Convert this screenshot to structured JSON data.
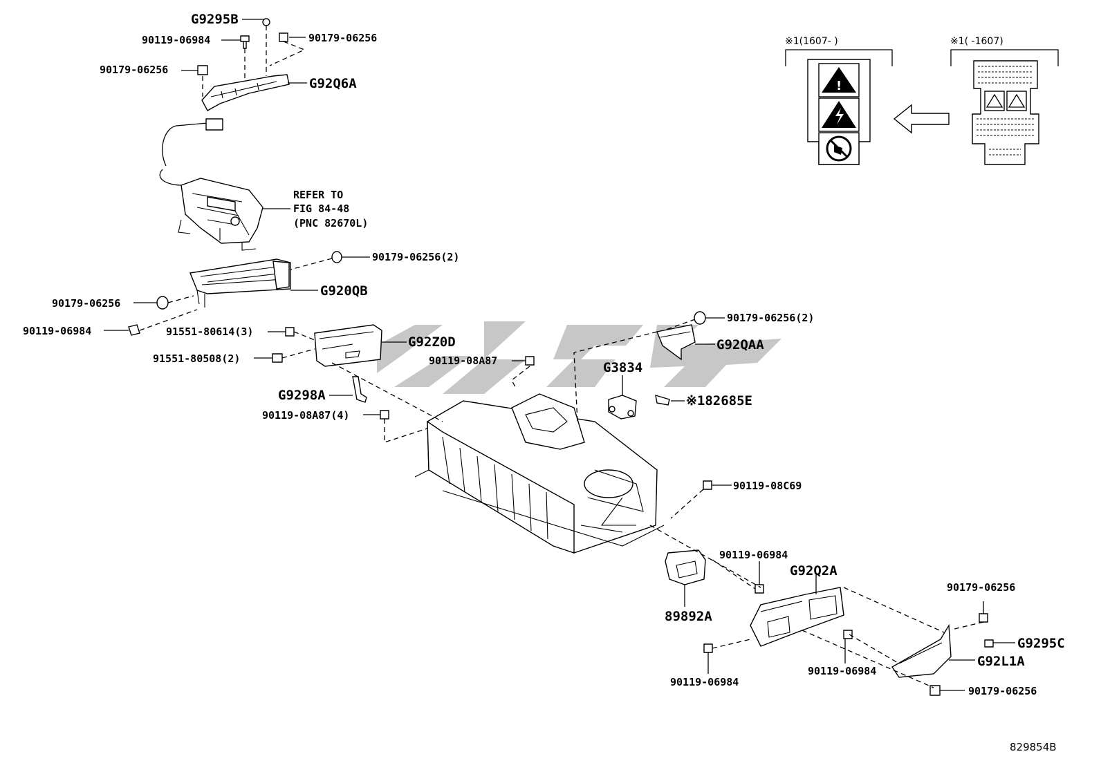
{
  "diagram": {
    "figure_id": "829854B",
    "note_refer": [
      "REFER TO",
      "FIG 84-48",
      "(PNC 82670L)"
    ],
    "callouts": {
      "g9295b": "G9295B",
      "p90119_06984_top": "90119-06984",
      "p90179_06256_top_r": "90179-06256",
      "p90179_06256_top_l": "90179-06256",
      "g92q6a": "G92Q6A",
      "p90179_06256_x2_a": "90179-06256(2)",
      "g920qb": "G920QB",
      "p90179_06256_mid_l": "90179-06256",
      "p90119_06984_mid_l": "90119-06984",
      "p91551_80614": "91551-80614(3)",
      "g92z0d": "G92Z0D",
      "p91551_80508": "91551-80508(2)",
      "p90119_08a87": "90119-08A87",
      "g9298a": "G9298A",
      "p90119_08a87_x4": "90119-08A87(4)",
      "p90179_06256_x2_b": "90179-06256(2)",
      "g92qaa": "G92QAA",
      "g3834": "G3834",
      "p82685e": "※182685E",
      "p90119_08c69": "90119-08C69",
      "p90119_06984_low_a": "90119-06984",
      "g92q2a": "G92Q2A",
      "p89892a": "89892A",
      "p90179_06256_low_r": "90179-06256",
      "g9295c": "G9295C",
      "g92l1a": "G92L1A",
      "p90119_06984_low_b": "90119-06984",
      "p90119_06984_low_c": "90119-06984",
      "p90179_06256_bottom": "90179-06256"
    },
    "label_panels": {
      "new_header": "※1(1607-     )",
      "old_header": "※1(     -1607)"
    }
  }
}
